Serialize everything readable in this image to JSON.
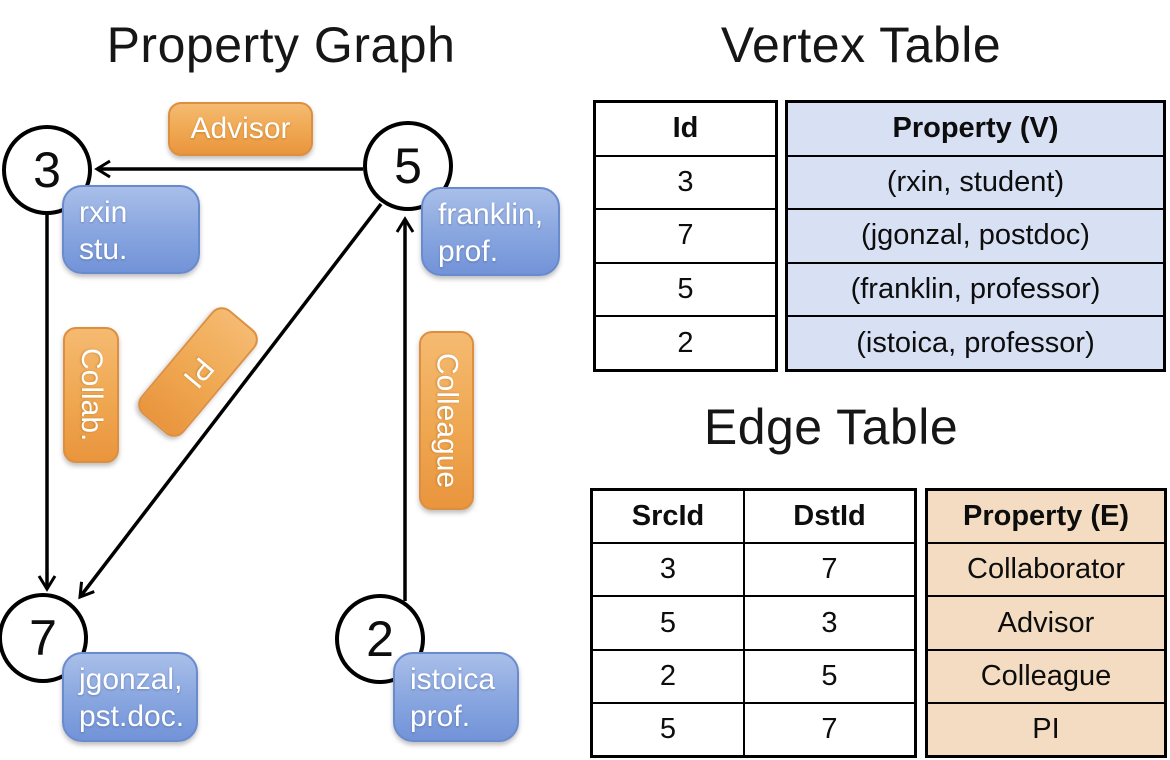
{
  "colors": {
    "edge_label_fill_top": "#F5BA71",
    "edge_label_fill_bottom": "#E9953E",
    "edge_label_border": "#DD8F3F",
    "vertex_label_fill_top": "#A9BFE9",
    "vertex_label_fill_bottom": "#7293D8",
    "vertex_label_border": "#6A8ACE",
    "vertex_table_fill": "#D8E1F3",
    "edge_table_fill": "#F3DCC1",
    "graph_line_color": "#000000",
    "text_on_boxes": "#FFFFFF"
  },
  "graph": {
    "title": "Property Graph",
    "nodes": [
      {
        "id": "3",
        "lines": [
          "rxin",
          "stu."
        ]
      },
      {
        "id": "5",
        "lines": [
          "franklin,",
          "prof."
        ]
      },
      {
        "id": "7",
        "lines": [
          "jgonzal,",
          "pst.doc."
        ]
      },
      {
        "id": "2",
        "lines": [
          "istoica",
          "prof."
        ]
      }
    ],
    "edge_labels": {
      "advisor": "Advisor",
      "collab": "Collab.",
      "pi": "PI",
      "colleague": "Colleague"
    }
  },
  "vertex_table": {
    "title": "Vertex Table",
    "columns": [
      "Id",
      "Property (V)"
    ],
    "rows": [
      {
        "id": "3",
        "property": "(rxin, student)"
      },
      {
        "id": "7",
        "property": "(jgonzal, postdoc)"
      },
      {
        "id": "5",
        "property": "(franklin, professor)"
      },
      {
        "id": "2",
        "property": "(istoica, professor)"
      }
    ]
  },
  "edge_table": {
    "title": "Edge Table",
    "columns": [
      "SrcId",
      "DstId",
      "Property (E)"
    ],
    "rows": [
      {
        "src": "3",
        "dst": "7",
        "property": "Collaborator"
      },
      {
        "src": "5",
        "dst": "3",
        "property": "Advisor"
      },
      {
        "src": "2",
        "dst": "5",
        "property": "Colleague"
      },
      {
        "src": "5",
        "dst": "7",
        "property": "PI"
      }
    ]
  }
}
